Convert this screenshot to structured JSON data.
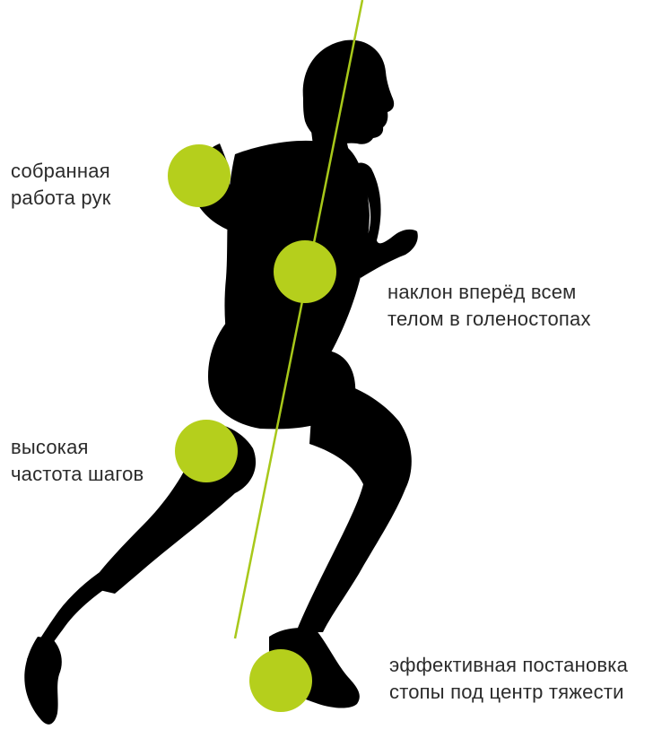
{
  "colors": {
    "silhouette": "#000000",
    "accent": "#b5cf1c",
    "line": "#a8c81a",
    "text": "#2b2b2b"
  },
  "labels": {
    "arms": {
      "line1": "собранная",
      "line2": "работа рук"
    },
    "lean": {
      "line1": "наклон вперёд всем",
      "line2": "телом в голеностопах"
    },
    "cadence": {
      "line1": "высокая",
      "line2": "частота шагов"
    },
    "foot": {
      "line1": "эффективная постановка",
      "line2": "стопы под центр тяжести"
    }
  }
}
